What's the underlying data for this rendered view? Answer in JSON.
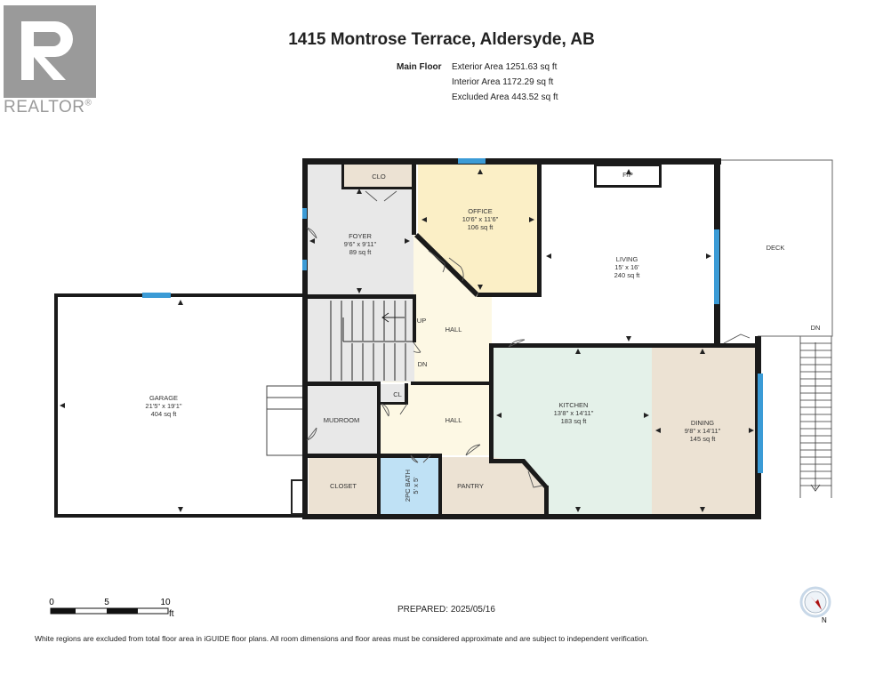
{
  "header": {
    "title": "1415 Montrose Terrace, Aldersyde, AB",
    "floor_label": "Main Floor",
    "areas": [
      "Exterior Area 1251.63 sq ft",
      "Interior Area 1172.29 sq ft",
      "Excluded Area 443.52 sq ft"
    ]
  },
  "logo": {
    "text": "REALTOR",
    "mark": "®"
  },
  "rooms": {
    "office": {
      "name": "OFFICE",
      "dims": "10'6\" x 11'6\"",
      "area": "106 sq ft"
    },
    "living": {
      "name": "LIVING",
      "dims": "15' x 16'",
      "area": "240 sq ft"
    },
    "foyer": {
      "name": "FOYER",
      "dims": "9'6\" x 9'11\"",
      "area": "89 sq ft"
    },
    "garage": {
      "name": "GARAGE",
      "dims": "21'5\" x 19'1\"",
      "area": "404 sq ft"
    },
    "kitchen": {
      "name": "KITCHEN",
      "dims": "13'8\" x 14'11\"",
      "area": "183 sq ft"
    },
    "dining": {
      "name": "DINING",
      "dims": "9'8\" x 14'11\"",
      "area": "145 sq ft"
    },
    "bath": {
      "name": "2PC BATH",
      "dims": "5' x 5'"
    },
    "mudroom": "MUDROOM",
    "closet": "CLOSET",
    "pantry": "PANTRY",
    "clo": "CLO",
    "cl": "CL",
    "fp": "F/P",
    "hall_upper": "HALL",
    "hall_lower": "HALL",
    "deck": "DECK",
    "up": "UP",
    "dn_stairs": "DN",
    "dn_deck": "DN"
  },
  "scale": {
    "labels": [
      "0",
      "5",
      "10"
    ],
    "unit": "ft"
  },
  "compass": {
    "label": "N"
  },
  "prepared": "PREPARED: 2025/05/16",
  "footer": "White regions are excluded from total floor area in iGUIDE floor plans. All room dimensions and floor areas must be considered approximate and are subject to independent verification.",
  "colors": {
    "office": "#fbefc6",
    "foyer": "#e8e8e8",
    "kitchen": "#e4f1e9",
    "dining": "#ece2d3",
    "hall": "#fdf8e4",
    "mudroom": "#e8e8e8",
    "bath": "#bfe1f5",
    "closet": "#ece2d3",
    "pantry": "#ece2d3",
    "window": "#3b9bd6",
    "wall": "#1a1a1a"
  }
}
